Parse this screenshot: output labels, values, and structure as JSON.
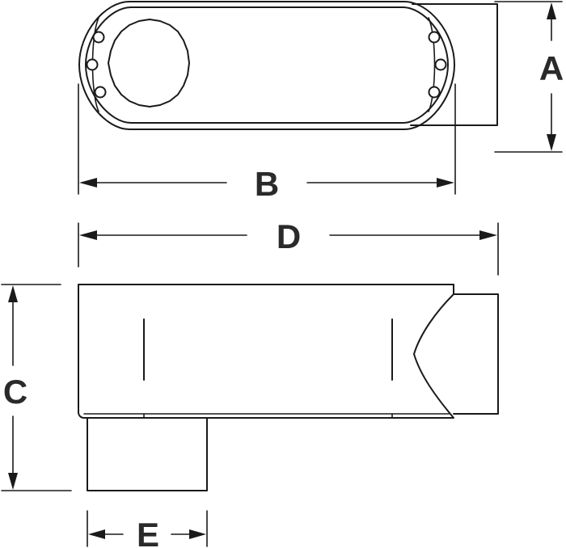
{
  "drawing": {
    "dimensions": {
      "a": "A",
      "b": "B",
      "c": "C",
      "d": "D",
      "e": "E"
    },
    "colors": {
      "line": "#1a1a1a",
      "label": "#2a2a2a",
      "background": "#ffffff"
    }
  }
}
